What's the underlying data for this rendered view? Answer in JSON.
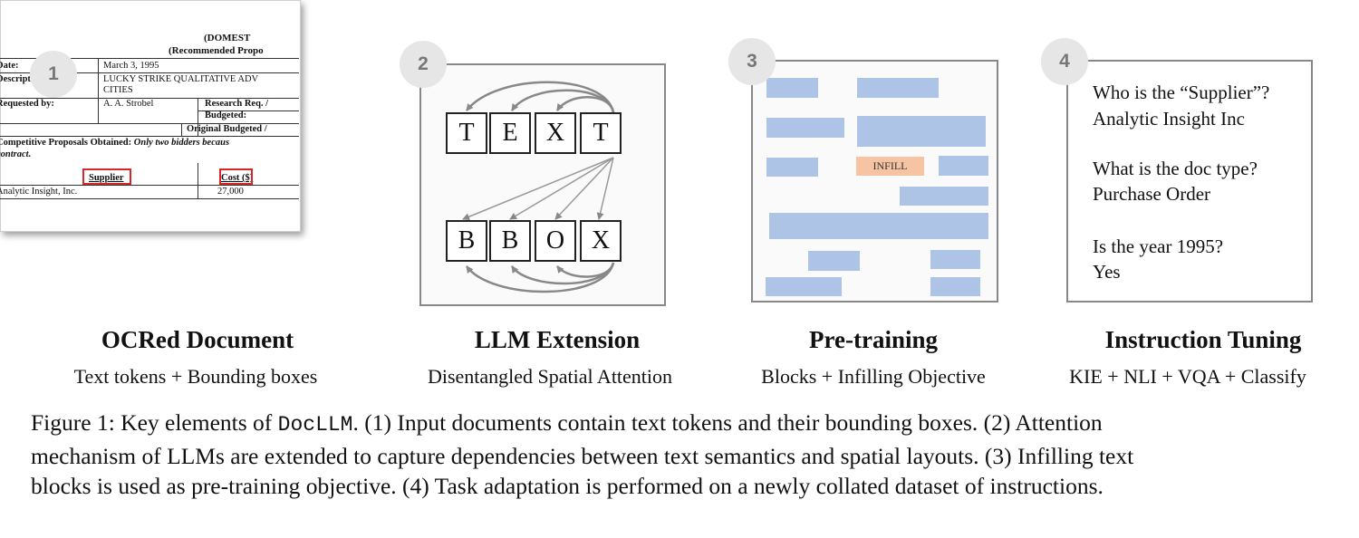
{
  "panels": [
    {
      "number": "1",
      "title": "OCRed Document",
      "subtitle": "Text tokens + Bounding boxes",
      "document": {
        "header_line1": "(DOMEST",
        "header_line2": "(Recommended Propo",
        "rows": [
          {
            "label": "Date:",
            "value": "March 3, 1995"
          },
          {
            "label": "Description:",
            "value": "LUCKY STRIKE QUALITATIVE ADV",
            "value2": "CITIES"
          },
          {
            "label": "Requested by:",
            "value": "A. A. Strobel",
            "extra": "Research Req. /"
          }
        ],
        "budgeted": "Budgeted:",
        "original_budgeted": "Original Budgeted /",
        "proposals_label": "Competitive Proposals Obtained:",
        "proposals_text": "Only two bidders becaus",
        "proposals_text2": "contract.",
        "col_supplier": "Supplier",
        "col_cost": "Cost ($)",
        "supplier_value": "Analytic Insight, Inc.",
        "cost_value": "27,000"
      }
    },
    {
      "number": "2",
      "title": "LLM Extension",
      "subtitle": "Disentangled Spatial Attention",
      "text_tokens": [
        "T",
        "E",
        "X",
        "T"
      ],
      "bbox_tokens": [
        "B",
        "B",
        "O",
        "X"
      ]
    },
    {
      "number": "3",
      "title": "Pre-training",
      "subtitle": "Blocks + Infilling Objective",
      "infill_label": "INFILL"
    },
    {
      "number": "4",
      "title": "Instruction Tuning",
      "subtitle": "KIE + NLI + VQA + Classify",
      "qa": [
        {
          "q": "Who is the “Supplier”?",
          "a": "Analytic Insight Inc"
        },
        {
          "q": "What is the doc type?",
          "a": "Purchase Order"
        },
        {
          "q": "Is the year 1995?",
          "a": "Yes"
        }
      ]
    }
  ],
  "caption": {
    "prefix": "Figure 1: Key elements of ",
    "model": "DocLLM",
    "line1_rest": ". (1) Input documents contain text tokens and their bounding boxes. (2) Attention",
    "line2": "mechanism of LLMs are extended to capture dependencies between text semantics and spatial layouts. (3) Infilling text",
    "line3": "blocks is used as pre-training objective. (4) Task adaptation is performed on a newly collated dataset of instructions."
  },
  "colors": {
    "block_blue": "#aec4e6",
    "infill_orange": "#f6c4a2",
    "highlight_red": "#d62828",
    "badge_grey": "#e6e6e6"
  }
}
